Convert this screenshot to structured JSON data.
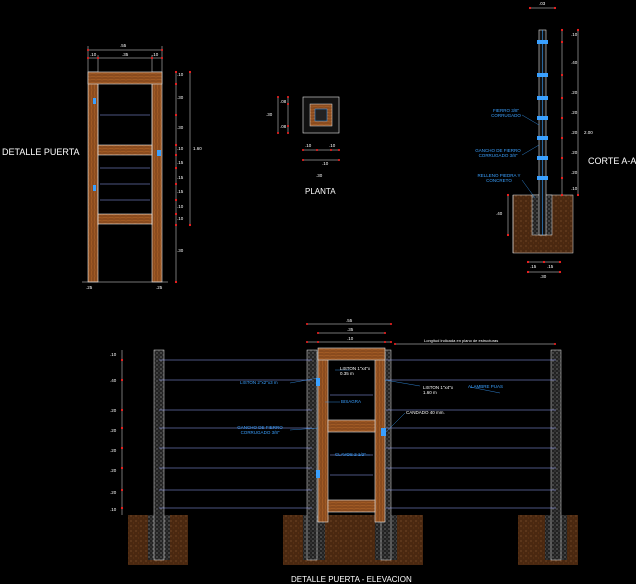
{
  "titles": {
    "detalle_puerta": "DETALLE PUERTA",
    "planta": "PLANTA",
    "corte": "CORTE A-A",
    "elevacion": "DETALLE PUERTA - ELEVACION"
  },
  "door_detail": {
    "top_dims": [
      ".55",
      ".10",
      ".35",
      ".10"
    ],
    "right_dims": [
      ".10",
      ".30",
      ".30",
      ".10",
      ".15",
      ".15",
      ".15",
      ".10",
      ".10",
      ".30"
    ],
    "total_height": "1.60",
    "base_dims": [
      ".25",
      ".25"
    ]
  },
  "plan": {
    "left_dims": [
      ".08",
      ".30",
      ".08"
    ],
    "bottom_dims": [
      ".10",
      ".10",
      ".10",
      ".30"
    ]
  },
  "section": {
    "top_dim": ".03",
    "right_dims": [
      ".10",
      ".40",
      ".20",
      ".20",
      ".20",
      ".20",
      ".20",
      ".10"
    ],
    "total": "2.00",
    "footing_dim": ".40",
    "bottom_dims": [
      ".15",
      ".15",
      ".30"
    ],
    "notes": [
      "FIERRO 3/8\" CORRUGADO",
      "GANCHO DE FIERRO CORRUGADO 3/8\"",
      "RELLENO PIEDRA Y CONCRETO"
    ]
  },
  "elevation": {
    "top_dims": [
      ".55",
      ".35",
      ".10"
    ],
    "left_dims": [
      ".10",
      ".40",
      ".20",
      ".20",
      ".20",
      ".20",
      ".20",
      ".10"
    ],
    "span_note": "Longitud indicada en plano de estructuras",
    "notes": {
      "liston_left": "LISTON 2\"x2\"x3 m",
      "liston_mid": "LISTON 1\"x4\"x 0.35 m",
      "liston_right": "LISTON 1\"x4\"x 1.60 m",
      "alambre": "ALAMBRE PUAS",
      "bisagra": "BISAGRA",
      "gancho": "GANCHO DE FIERRO CORRUGADO 3/8\"",
      "candado": "CANDADO 40 mm.",
      "clavos": "CLAVOS 2 1/2\""
    }
  },
  "colors": {
    "wood": "#8a4b1e",
    "wood_dark": "#5a2f10",
    "dim": "#ff2222",
    "line": "#e8e8e8",
    "note": "#3aa0ff",
    "wire": "#9aa6ff",
    "soil": "#6a3a18",
    "concrete": "#8a8a8a"
  }
}
